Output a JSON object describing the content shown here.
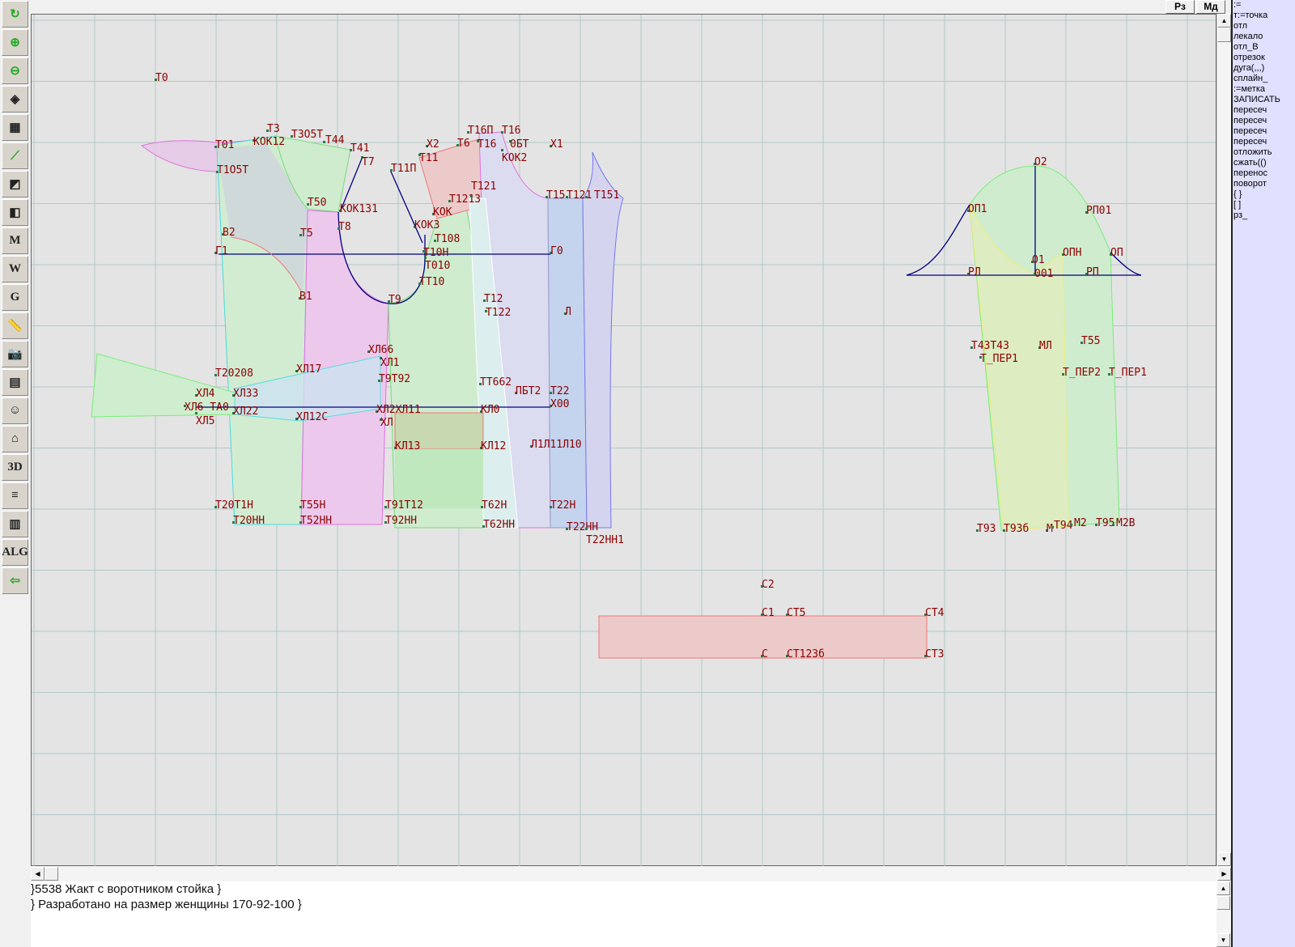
{
  "toolbar": [
    {
      "name": "refresh",
      "glyph": "↻"
    },
    {
      "name": "zoom-in",
      "glyph": "⊕"
    },
    {
      "name": "zoom-out",
      "glyph": "⊖"
    },
    {
      "name": "pattern-view",
      "glyph": "◈"
    },
    {
      "name": "grid",
      "glyph": "▦"
    },
    {
      "name": "line",
      "glyph": "⟋"
    },
    {
      "name": "map",
      "glyph": "◩"
    },
    {
      "name": "pattern-outline",
      "glyph": "◧"
    },
    {
      "name": "pattern-m",
      "glyph": "M"
    },
    {
      "name": "compass",
      "glyph": "W"
    },
    {
      "name": "pattern-g",
      "glyph": "G"
    },
    {
      "name": "ruler",
      "glyph": "📏"
    },
    {
      "name": "camera",
      "glyph": "📷"
    },
    {
      "name": "spreadsheet",
      "glyph": "▤"
    },
    {
      "name": "avatar-photo",
      "glyph": "☺"
    },
    {
      "name": "jacket",
      "glyph": "⌂"
    },
    {
      "name": "3d",
      "glyph": "3D"
    },
    {
      "name": "list-document",
      "glyph": "≡"
    },
    {
      "name": "books",
      "glyph": "▥"
    },
    {
      "name": "alg",
      "glyph": "ALG"
    },
    {
      "name": "exit",
      "glyph": "⇦"
    }
  ],
  "topbar": {
    "rz": "Рз",
    "md": "Мд"
  },
  "commands": [
    ":=",
    "т:=точка",
    "отл",
    "лекало",
    "отл_В",
    "отрезок",
    "дуга(,,,)",
    "сплайн_",
    ":=метка",
    "ЗАПИСАТЬ",
    "пересеч",
    "пересеч",
    "пересеч",
    "пересеч",
    "отложить",
    "сжать(()",
    "перенос",
    "поворот",
    "{ }",
    "[ ]",
    "рз_"
  ],
  "text": {
    "line1": "}5538 Жакт с воротником стойка }",
    "line2": "} Разработано на размер женщины 170-92-100 }"
  },
  "labels": [
    "Т0",
    "Т3",
    "КОК12",
    "Т3О5Т",
    "Т44",
    "Т41",
    "Т7",
    "Т01",
    "Т1О5Т",
    "В2",
    "Г1",
    "Т5",
    "Т50",
    "КОК131",
    "Т8",
    "В1",
    "Т9",
    "ТТ10",
    "Т11П",
    "Х2",
    "Т11",
    "Т6",
    "Т16П",
    "Т16",
    "Т16",
    "0БТ",
    "КОК2",
    "Х1",
    "Т1213",
    "Т121",
    "КОК",
    "КОК3",
    "Т108",
    "Т10Н",
    "Т010",
    "Г0",
    "Т15",
    "Т121",
    "Т151",
    "Т12",
    "Т122",
    "Л",
    "ХЛ66",
    "ХЛ1",
    "Т20208",
    "ХЛ17",
    "Т9Т92",
    "ТТ662",
    "ПБТ2",
    "Т22",
    "ХЛ4",
    "ХЛ33",
    "ХЛ6 ТА0",
    "ХЛ5",
    "ХЛ22",
    "ХЛ12С",
    "ХЛ2ХЛ11",
    "ХЛ",
    "КЛ0",
    "Х00",
    "КЛ13",
    "КЛ12",
    "Л1Л11Л10",
    "Т20Т1Н",
    "Т55Н",
    "Т91Т12",
    "Т62Н",
    "Т22Н",
    "Т20НН",
    "Т52НН",
    "Т92НН",
    "Т62НН",
    "Т22НН",
    "Т22НН1",
    "О2",
    "ОП1",
    "РП01",
    "ОПН",
    "ОП",
    "О1",
    "РЛ",
    "001",
    "РП",
    "Т43Т43",
    "МЛ",
    "Т55",
    "Т_ПЕР1",
    "Т_ПЕР2",
    "Т_ПЕР1",
    "Т93",
    "Т93б",
    "М",
    "Т94",
    "М2",
    "Т95",
    "М2В",
    "С2",
    "С1",
    "СТ5",
    "СТ4",
    "С",
    "СТ123б",
    "СТ3"
  ]
}
